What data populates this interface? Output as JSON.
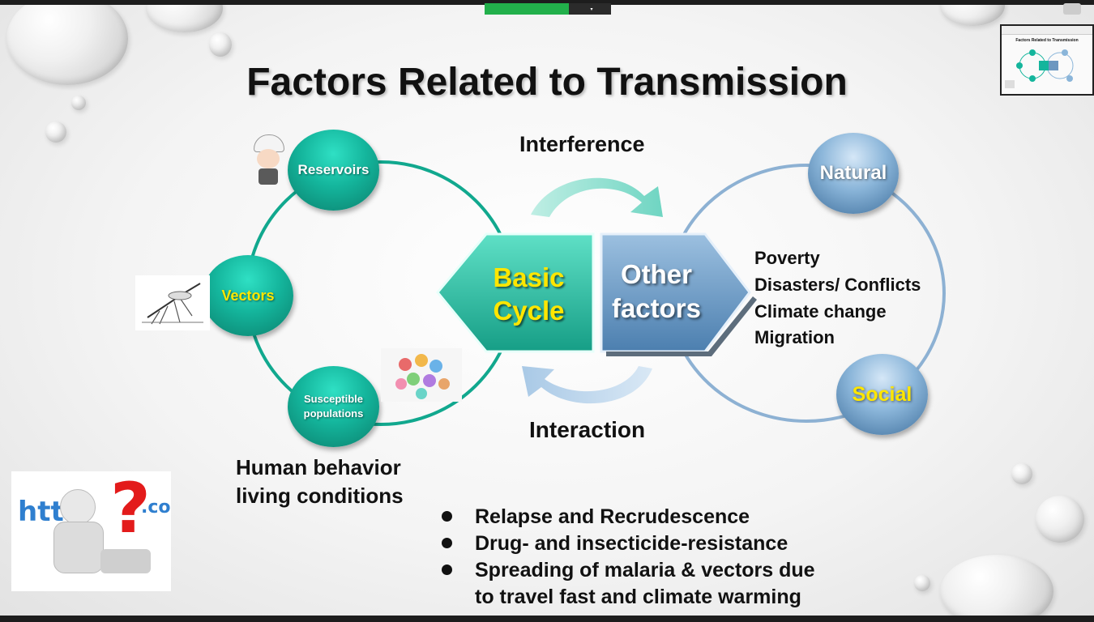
{
  "title": "Factors Related to Transmission",
  "meeting_bar": {
    "status_label": "",
    "view_button": ""
  },
  "diagram": {
    "left_nodes": {
      "reservoirs": "Reservoirs",
      "vectors": "Vectors",
      "susceptible_line1": "Susceptible",
      "susceptible_line2": "populations"
    },
    "right_nodes": {
      "natural": "Natural",
      "social": "Social"
    },
    "center": {
      "basic_line1": "Basic",
      "basic_line2": "Cycle",
      "other_line1": "Other",
      "other_line2": "factors"
    },
    "interference": "Interference",
    "interaction": "Interaction",
    "factor_list": [
      "Poverty",
      "Disasters/ Conflicts",
      "Climate change",
      "Migration"
    ],
    "human_behavior_line1": "Human behavior",
    "human_behavior_line2": "living conditions"
  },
  "bullets": [
    "Relapse and Recrudescence",
    "Drug- and insecticide-resistance",
    "Spreading of malaria & vectors due",
    "to travel fast and climate warming"
  ],
  "thumbnail_title": "Factors Related to Transmission",
  "colors": {
    "teal": "#14b59c",
    "blue": "#8ab5d9",
    "yellow_text": "#ffe600",
    "share_green": "#22b04b"
  }
}
